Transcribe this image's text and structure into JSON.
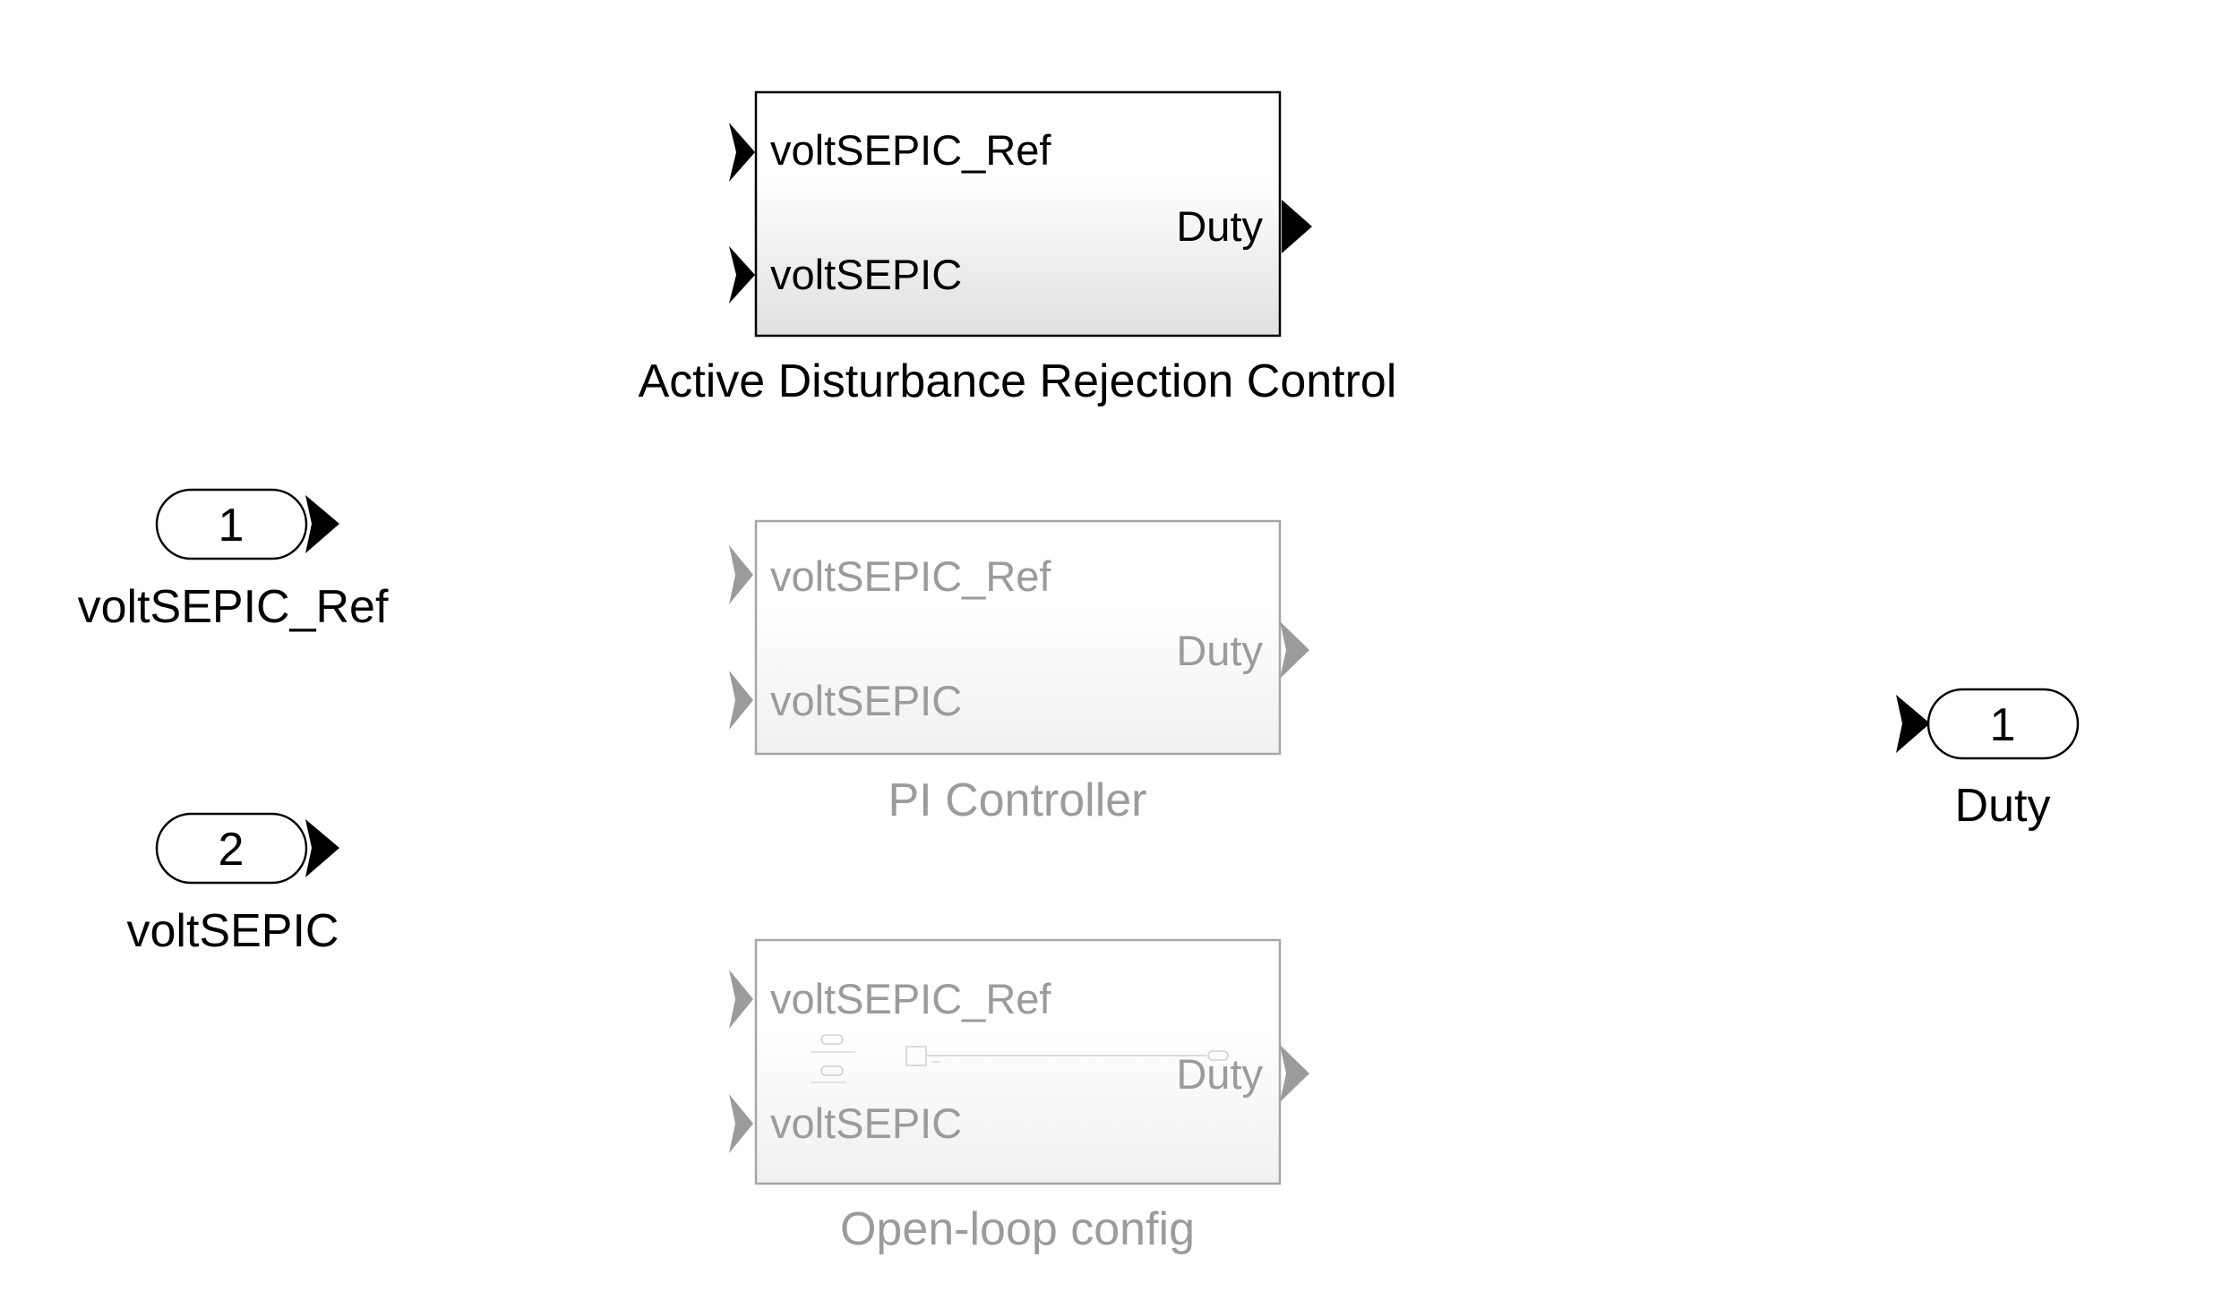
{
  "colors": {
    "active": "#000000",
    "inactive": "#9b9b9b",
    "inactive_frame": "#a6a6a6",
    "block_gradient_top": "#ffffff",
    "block_gradient_bottom": "#e2e2e2",
    "inactive_gradient_bottom": "#f1f1f1"
  },
  "inports": [
    {
      "number": "1",
      "name": "voltSEPIC_Ref"
    },
    {
      "number": "2",
      "name": "voltSEPIC"
    }
  ],
  "outport": {
    "number": "1",
    "name": "Duty"
  },
  "subsystems": [
    {
      "name": "Active Disturbance Rejection Control",
      "state": "active",
      "inputs": [
        "voltSEPIC_Ref",
        "voltSEPIC"
      ],
      "output": "Duty"
    },
    {
      "name": "PI Controller",
      "state": "commented-out",
      "inputs": [
        "voltSEPIC_Ref",
        "voltSEPIC"
      ],
      "output": "Duty"
    },
    {
      "name": "Open-loop config",
      "state": "commented-out",
      "inputs": [
        "voltSEPIC_Ref",
        "voltSEPIC"
      ],
      "output": "Duty"
    }
  ]
}
